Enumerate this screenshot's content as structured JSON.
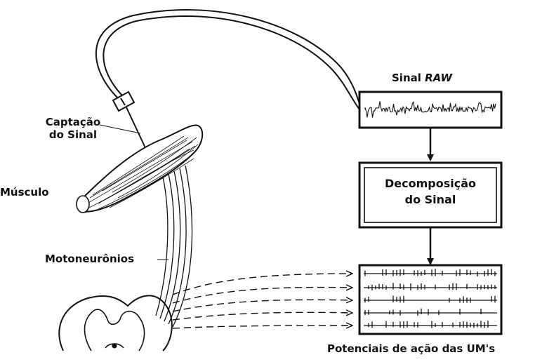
{
  "labels": {
    "sinal_prefix": "Sinal",
    "sinal_raw": "RAW",
    "captacao_line1": "Captação",
    "captacao_line2": "do Sinal",
    "musculo": "Músculo",
    "motoneuronios": "Motoneurônios",
    "decomposicao_line1": "Decomposição",
    "decomposicao_line2": "do Sinal",
    "potenciais": "Potenciais de ação das UM's"
  },
  "colors": {
    "ink": "#111111",
    "background": "#ffffff"
  }
}
